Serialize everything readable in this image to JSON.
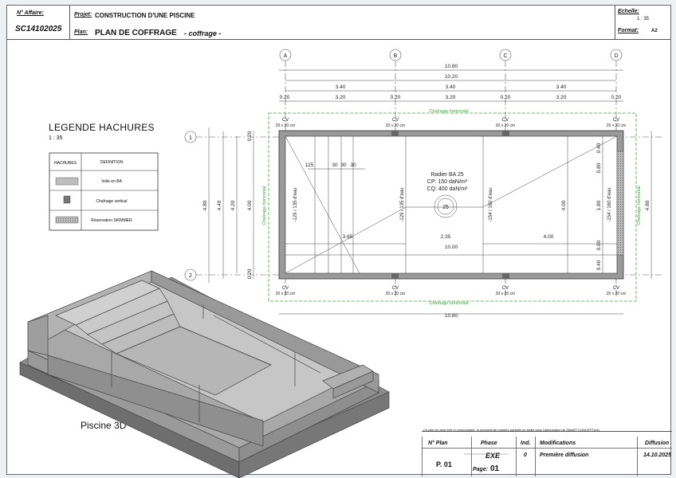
{
  "header": {
    "affaire_label": "N° Affaire:",
    "affaire_value": "SC14102025",
    "projet_label": "Projet:",
    "projet_value": "CONSTRUCTION D'UNE PISCINE",
    "plan_label": "Plan:",
    "plan_value": "PLAN DE COFFRAGE",
    "plan_sub": "- coffrage -",
    "echelle_label": "Echelle:",
    "echelle_value": "1 : 35",
    "format_label": "Format:",
    "format_value": "A2"
  },
  "legend": {
    "title": "LEGENDE HACHURES",
    "scale": "1 : 35",
    "col_hachures": "HACHURES",
    "col_definition": "DEFINITION",
    "items": [
      "Voile en BA",
      "Chaînage vertical",
      "Réservation SKIMMER"
    ]
  },
  "grid": {
    "cols": [
      "A",
      "B",
      "C",
      "D"
    ],
    "rows": [
      "1",
      "2"
    ]
  },
  "dims": {
    "total": "10.80",
    "inner": "10.20",
    "spans": [
      "3.40",
      "3.40",
      "3.40"
    ],
    "wall": "0.20",
    "clear": "3.20",
    "height_total": "4.80",
    "height_a": "4.40",
    "height_b": "4.20",
    "height_c": "4.00",
    "height_d": "4.00",
    "right_total": "4.80",
    "right_a": "0.40",
    "right_b": "0.80",
    "right_c": "1.80",
    "right_d": "0.80",
    "right_e": "0.40",
    "steps": [
      "125",
      "30",
      "30",
      "30"
    ],
    "d365": "3.65",
    "d235": "2.35",
    "d400": "4.00",
    "d1000": "10.00",
    "bottom_total": "10.80"
  },
  "plan": {
    "chainage": "Chaînage horizontal",
    "cv": "CV",
    "cv_size": "20 x 20 cm",
    "radier_title": "Radier BA 25",
    "radier_cp": "CP: 150 daN/m²",
    "radier_cq": "CQ: 400 daN/m²",
    "radier_tag": "25",
    "water1": "-129 / 135 d'eau",
    "water2": "-129 / 135 d'eau",
    "water3": "-154 / 160 d'eau",
    "water4": "-154 / 160 d'eau"
  },
  "view3d": {
    "caption": "Piscine 3D"
  },
  "titleblock": {
    "note": "Ce plan ne peut être ni communiqué, ni reproduit de manière partielle ou totale sans l'autorisation de SMART CONCEPTION",
    "h_plan": "N° Plan",
    "h_phase": "Phase",
    "h_ind": "Ind.",
    "h_modif": "Modifications",
    "h_diff": "Diffusion",
    "plan": "P. 01",
    "phase": "EXE",
    "ind": "0",
    "modif": "Première diffusion",
    "diff": "14.10.2025",
    "page_label": "Page:",
    "page": "01"
  },
  "colors": {
    "green": "#3aa83a",
    "wall": "#9a9a9a",
    "line": "#333333"
  }
}
